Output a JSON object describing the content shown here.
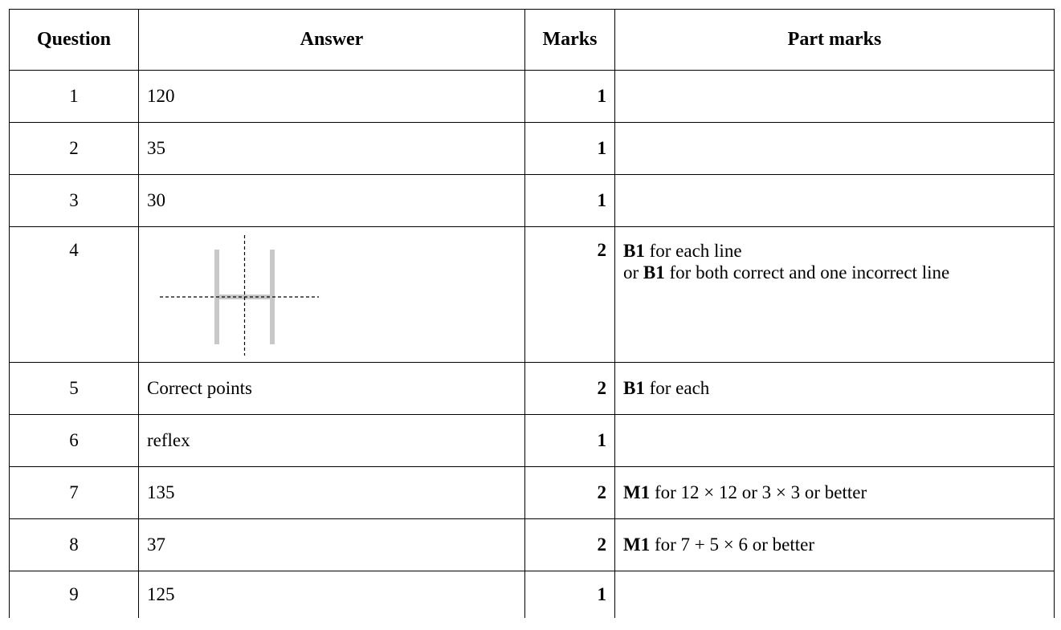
{
  "headers": {
    "question": "Question",
    "answer": "Answer",
    "marks": "Marks",
    "part_marks": "Part marks"
  },
  "rows": [
    {
      "question": "1",
      "answer": "120",
      "marks": "1"
    },
    {
      "question": "2",
      "answer": "35",
      "marks": "1"
    },
    {
      "question": "3",
      "answer": "30",
      "marks": "1"
    },
    {
      "question": "4",
      "answer": "",
      "marks": "2",
      "part_marks": [
        {
          "code": "B1",
          "text": " for each line"
        },
        {
          "prefix": "or ",
          "code": "B1",
          "text": " for both correct and one incorrect line"
        }
      ]
    },
    {
      "question": "5",
      "answer": "Correct points",
      "marks": "2",
      "part_marks": [
        {
          "code": "B1",
          "text": " for each"
        }
      ]
    },
    {
      "question": "6",
      "answer": "reflex",
      "marks": "1"
    },
    {
      "question": "7",
      "answer": "135",
      "marks": "2",
      "part_marks": [
        {
          "code": "M1",
          "text": " for 12 × 12 or 3 × 3 or better"
        }
      ]
    },
    {
      "question": "8",
      "answer": "37",
      "marks": "2",
      "part_marks": [
        {
          "code": "M1",
          "text": " for 7 + 5 × 6 or better"
        }
      ]
    },
    {
      "question": "9",
      "answer": "125",
      "marks": "1"
    }
  ],
  "colors": {
    "border": "#000000",
    "diagram_bars": "#c8c8c8",
    "diagram_lines": "#000000"
  }
}
